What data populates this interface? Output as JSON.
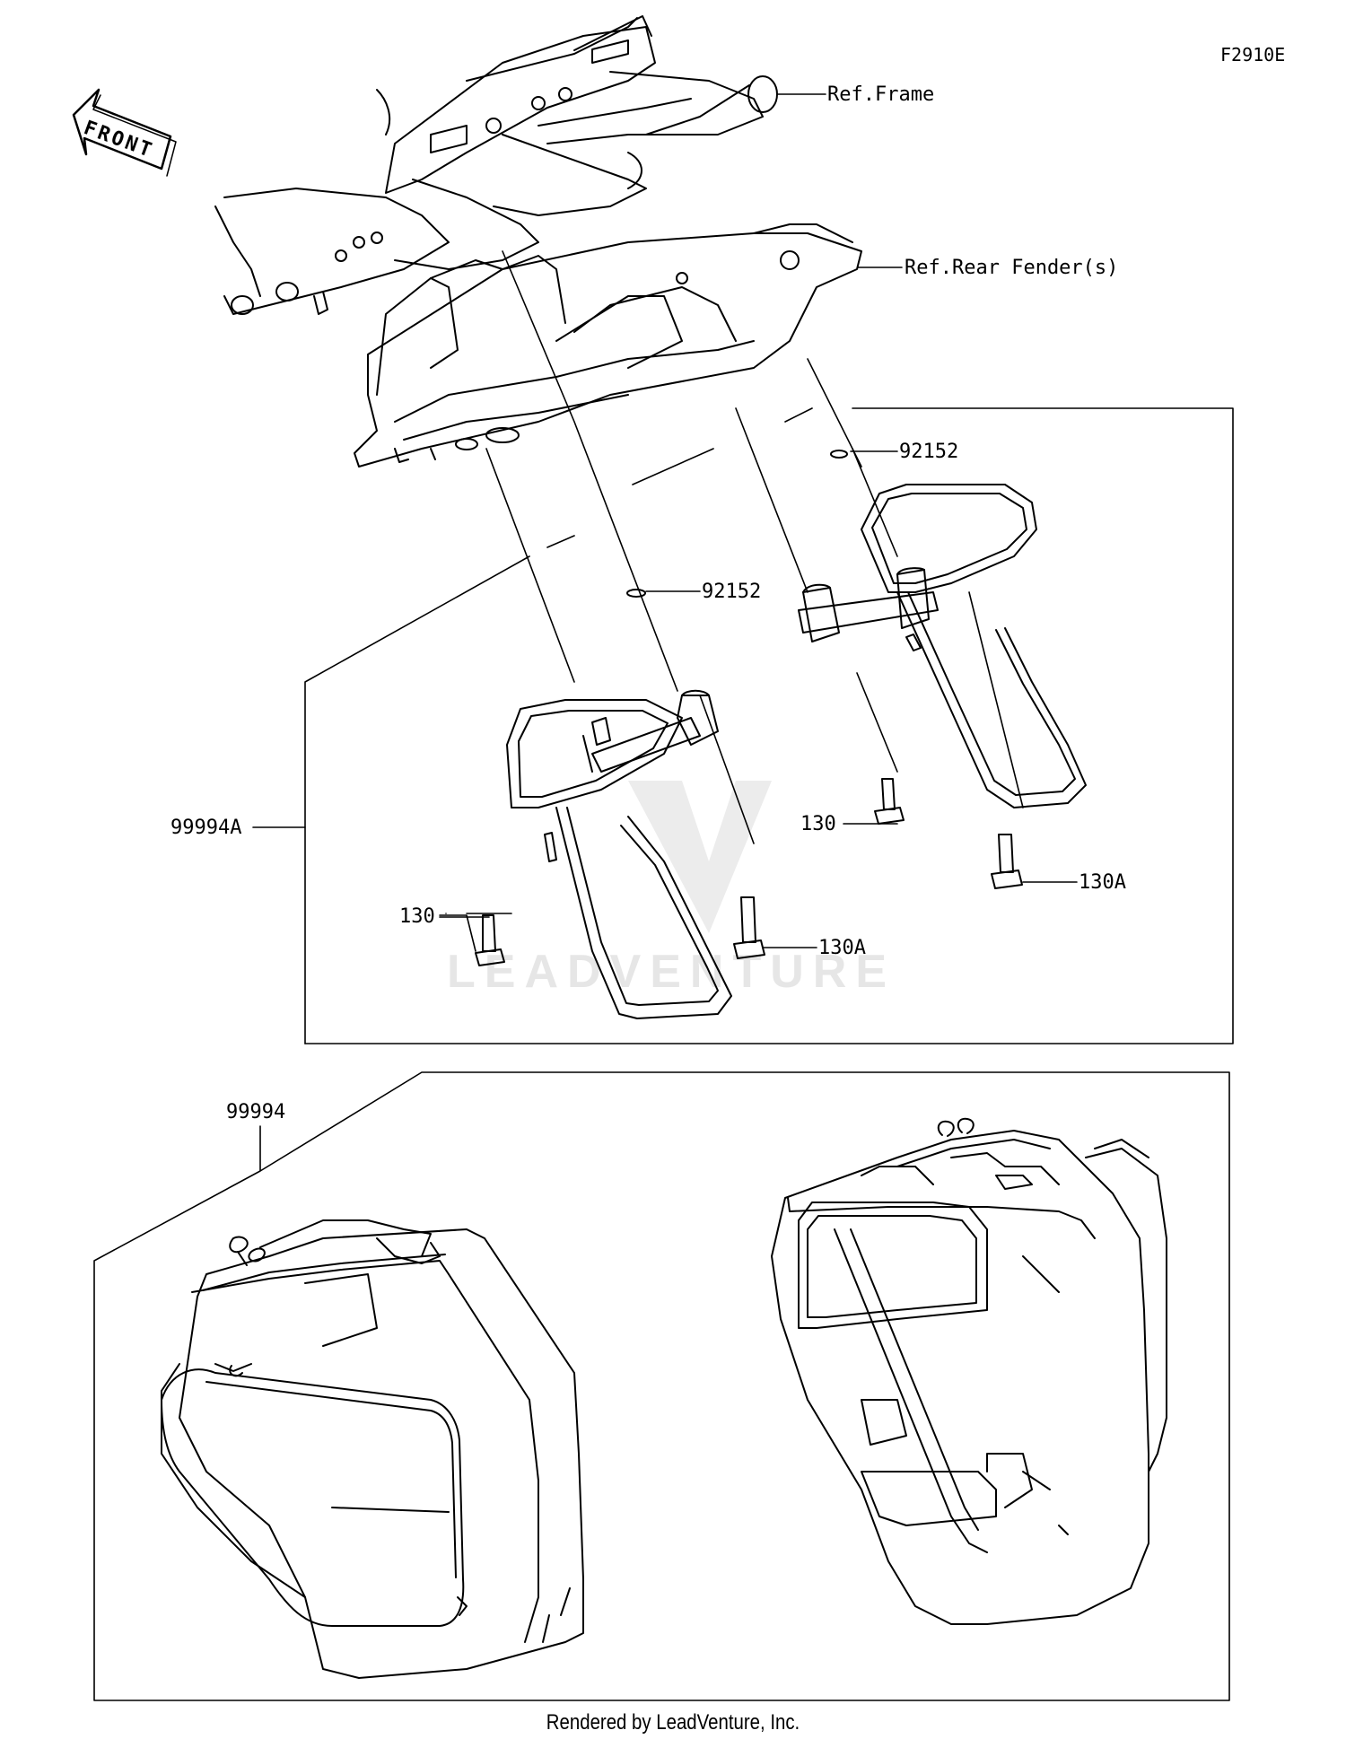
{
  "diagram_code": "F2910E",
  "front_label": "FRONT",
  "watermark": "LEADVENTURE",
  "footer": "Rendered by LeadVenture, Inc.",
  "callouts": {
    "ref_frame": "Ref.Frame",
    "ref_rear_fender": "Ref.Rear Fender(s)",
    "washer_right": "92152",
    "washer_left": "92152",
    "bolt_right": "130",
    "bolt_left": "130",
    "bolt_a_center": "130A",
    "bolt_a_right": "130A",
    "assembly_a": "99994A",
    "assembly": "99994"
  }
}
